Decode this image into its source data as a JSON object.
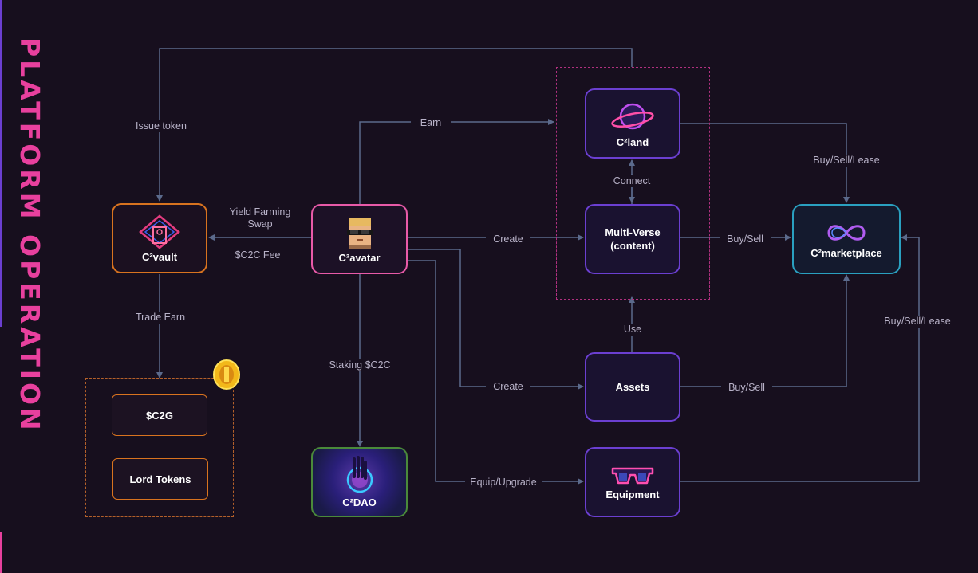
{
  "title": "PLATFORM OPERATION",
  "nodes": {
    "vault": {
      "label": "C²vault"
    },
    "avatar": {
      "label": "C²avatar"
    },
    "land": {
      "label": "C²land"
    },
    "multiverse": {
      "line1": "Multi-Verse",
      "line2": "(content)"
    },
    "marketplace": {
      "label": "C²marketplace"
    },
    "assets": {
      "label": "Assets"
    },
    "equipment": {
      "label": "Equipment"
    },
    "dao": {
      "label": "C²DAO"
    }
  },
  "tokens": {
    "c2g": "$C2G",
    "lord": "Lord Tokens"
  },
  "edges": {
    "issue_token": "Issue token",
    "earn": "Earn",
    "yield_line1": "Yield Farming",
    "yield_line2": "Swap",
    "fee": "$C2C Fee",
    "create_mv": "Create",
    "connect": "Connect",
    "buy_sell_lease_top": "Buy/Sell/Lease",
    "buy_sell_mv": "Buy/Sell",
    "trade_earn": "Trade Earn",
    "use": "Use",
    "staking": "Staking $C2C",
    "create_assets": "Create",
    "buy_sell_assets": "Buy/Sell",
    "buy_sell_lease_right": "Buy/Sell/Lease",
    "equip": "Equip/Upgrade"
  },
  "colors": {
    "background": "#170f1e",
    "title": "#e8409e",
    "node_border": "#6b3fd1",
    "vault_border": "#d8731f",
    "avatar_border": "#e85aa8",
    "marketplace_border": "#2aa0c0",
    "dao_border": "#4a8a3a",
    "arrow": "#5b6a8c"
  }
}
